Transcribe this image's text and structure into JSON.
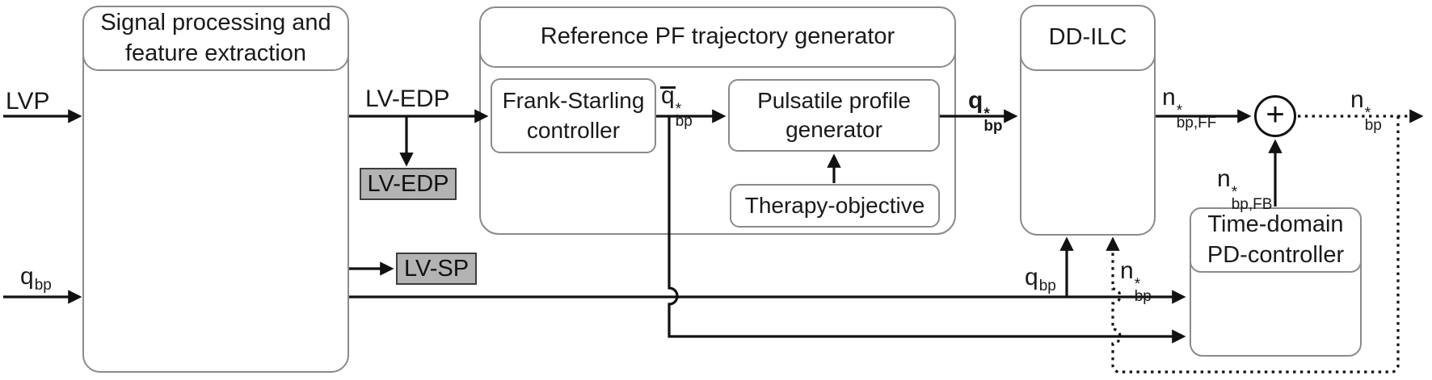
{
  "diagram": {
    "boxes": {
      "signal": {
        "line1": "Signal processing and",
        "line2": "feature extraction"
      },
      "reference": {
        "title": "Reference PF trajectory generator"
      },
      "frank": {
        "line1": "Frank-Starling",
        "line2": "controller"
      },
      "pulsatile": {
        "line1": "Pulsatile profile",
        "line2": "generator"
      },
      "therapy": {
        "label": "Therapy-objective"
      },
      "ddilc": {
        "title": "DD-ILC"
      },
      "pd": {
        "line1": "Time-domain",
        "line2": "PD-controller"
      },
      "lvedp_tag": {
        "label": "LV-EDP"
      },
      "lvsp_tag": {
        "label": "LV-SP"
      }
    },
    "labels": {
      "lvp": "LVP",
      "qbp_in": {
        "base": "q",
        "sub": "bp"
      },
      "lvedp": "LV-EDP",
      "qbar_ref": {
        "base": "q",
        "sup": "*",
        "sub": "bp"
      },
      "qstar_ref": {
        "base": "q",
        "sup": "*",
        "sub": "bp"
      },
      "n_ff": {
        "base": "n",
        "sup": "*",
        "sub": "bp,FF"
      },
      "n_fb": {
        "base": "n",
        "sup": "*",
        "sub": "bp,FB"
      },
      "n_out": {
        "base": "n",
        "sup": "*",
        "sub": "bp"
      },
      "qbp_mid": {
        "base": "q",
        "sub": "bp"
      },
      "n_mid": {
        "base": "n",
        "sup": "*",
        "sub": "bp"
      }
    },
    "sum_junction": {
      "operator": "+"
    },
    "colors": {
      "line": "#111111",
      "box_border": "#8a8a8a",
      "tag_fill": "#b3b3b3",
      "tag_border": "#3d3d3d",
      "text": "#1a1a1a",
      "background": "#ffffff"
    }
  }
}
